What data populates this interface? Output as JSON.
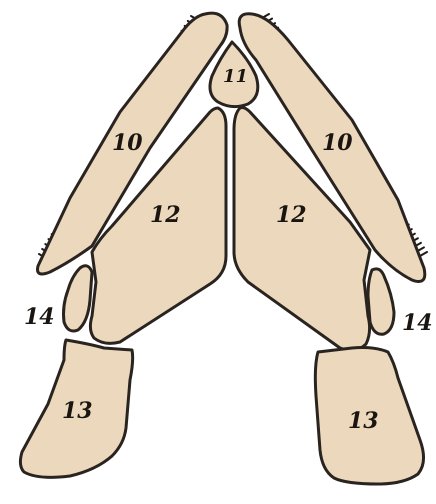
{
  "diagram": {
    "colors": {
      "plate_fill": "#ecd9bd",
      "outline": "#2a2420",
      "background": "#ffffff"
    },
    "labels": {
      "left_upper": "10",
      "right_upper": "10",
      "center_top": "11",
      "left_middle": "12",
      "right_middle": "12",
      "left_lower": "13",
      "right_lower": "13",
      "left_small": "14",
      "right_small": "14"
    }
  }
}
